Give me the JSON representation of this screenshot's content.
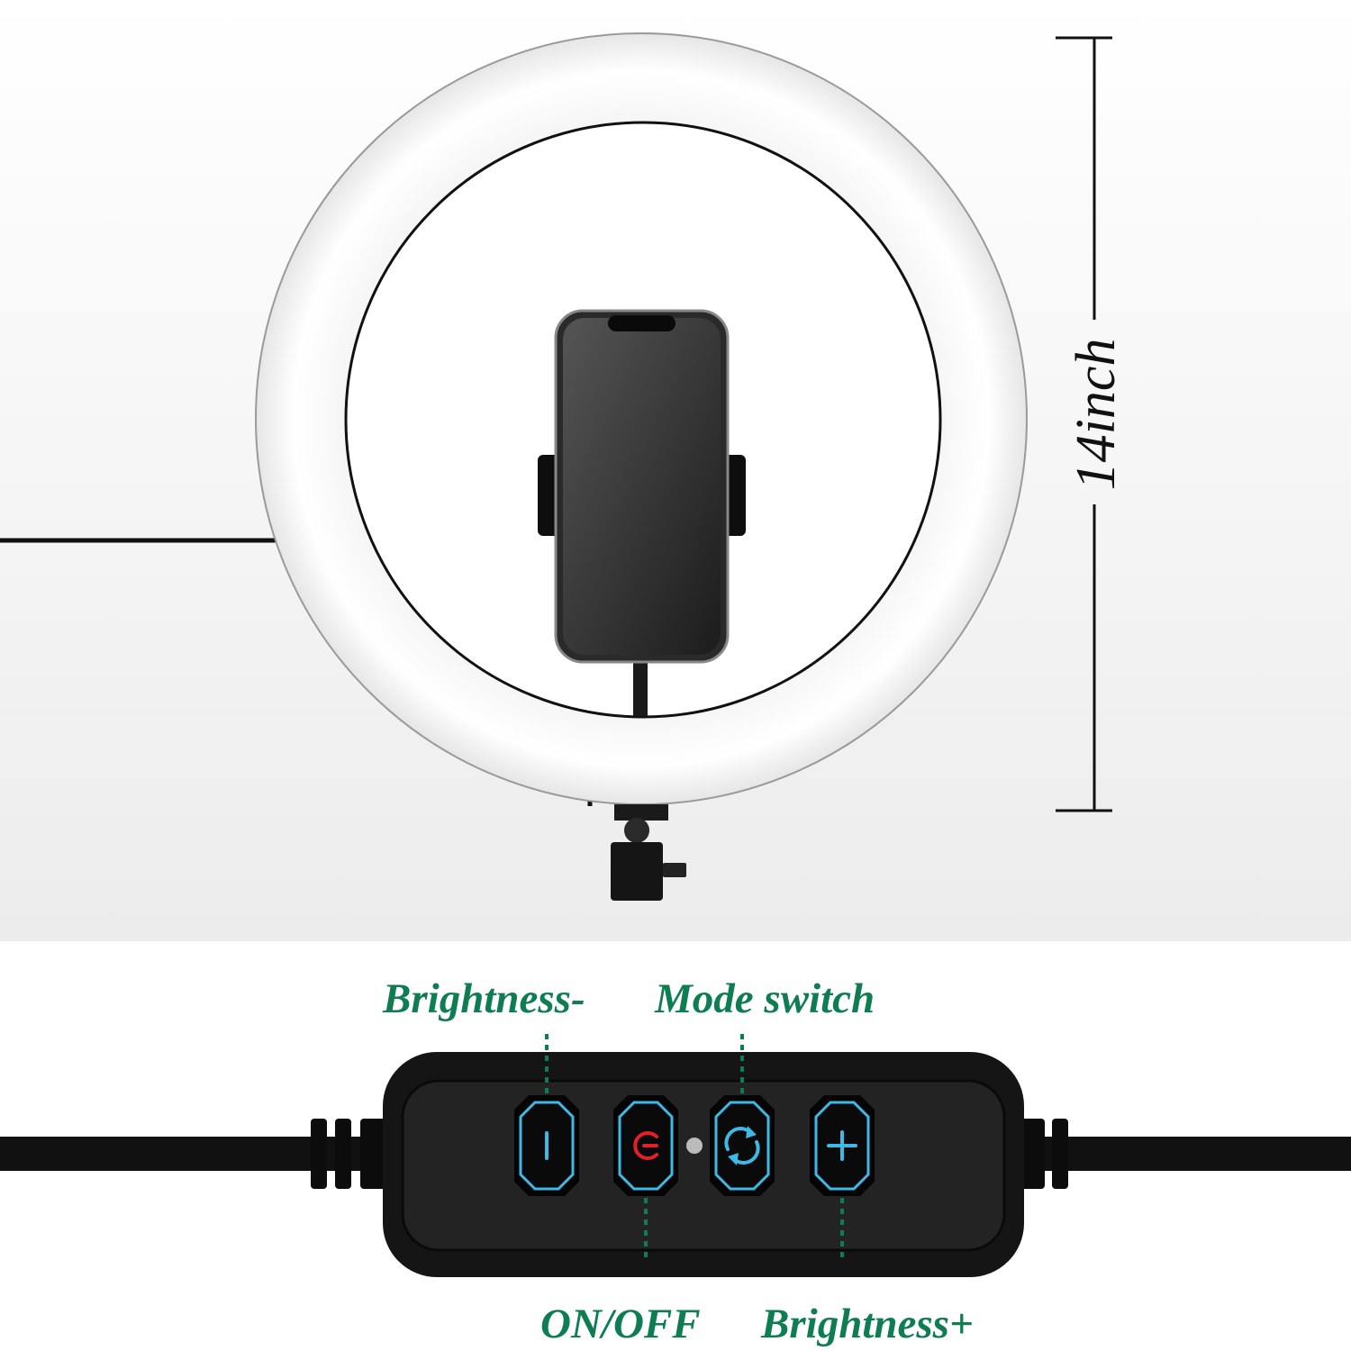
{
  "dimension": {
    "label": "14inch"
  },
  "controller": {
    "buttons": [
      {
        "label": "Brightness-",
        "icon": "minus-icon",
        "color": "#3fb8e6"
      },
      {
        "label": "ON/OFF",
        "icon": "power-icon",
        "color": "#e3202a"
      },
      {
        "label": "Mode switch",
        "icon": "cycle-arrows-icon",
        "color": "#3fb8e6"
      },
      {
        "label": "Brightness+",
        "icon": "plus-icon",
        "color": "#3fb8e6"
      }
    ]
  },
  "colors": {
    "label_green": "#0f7d52",
    "button_outline": "#3fb8e6",
    "power_red": "#e3202a"
  }
}
